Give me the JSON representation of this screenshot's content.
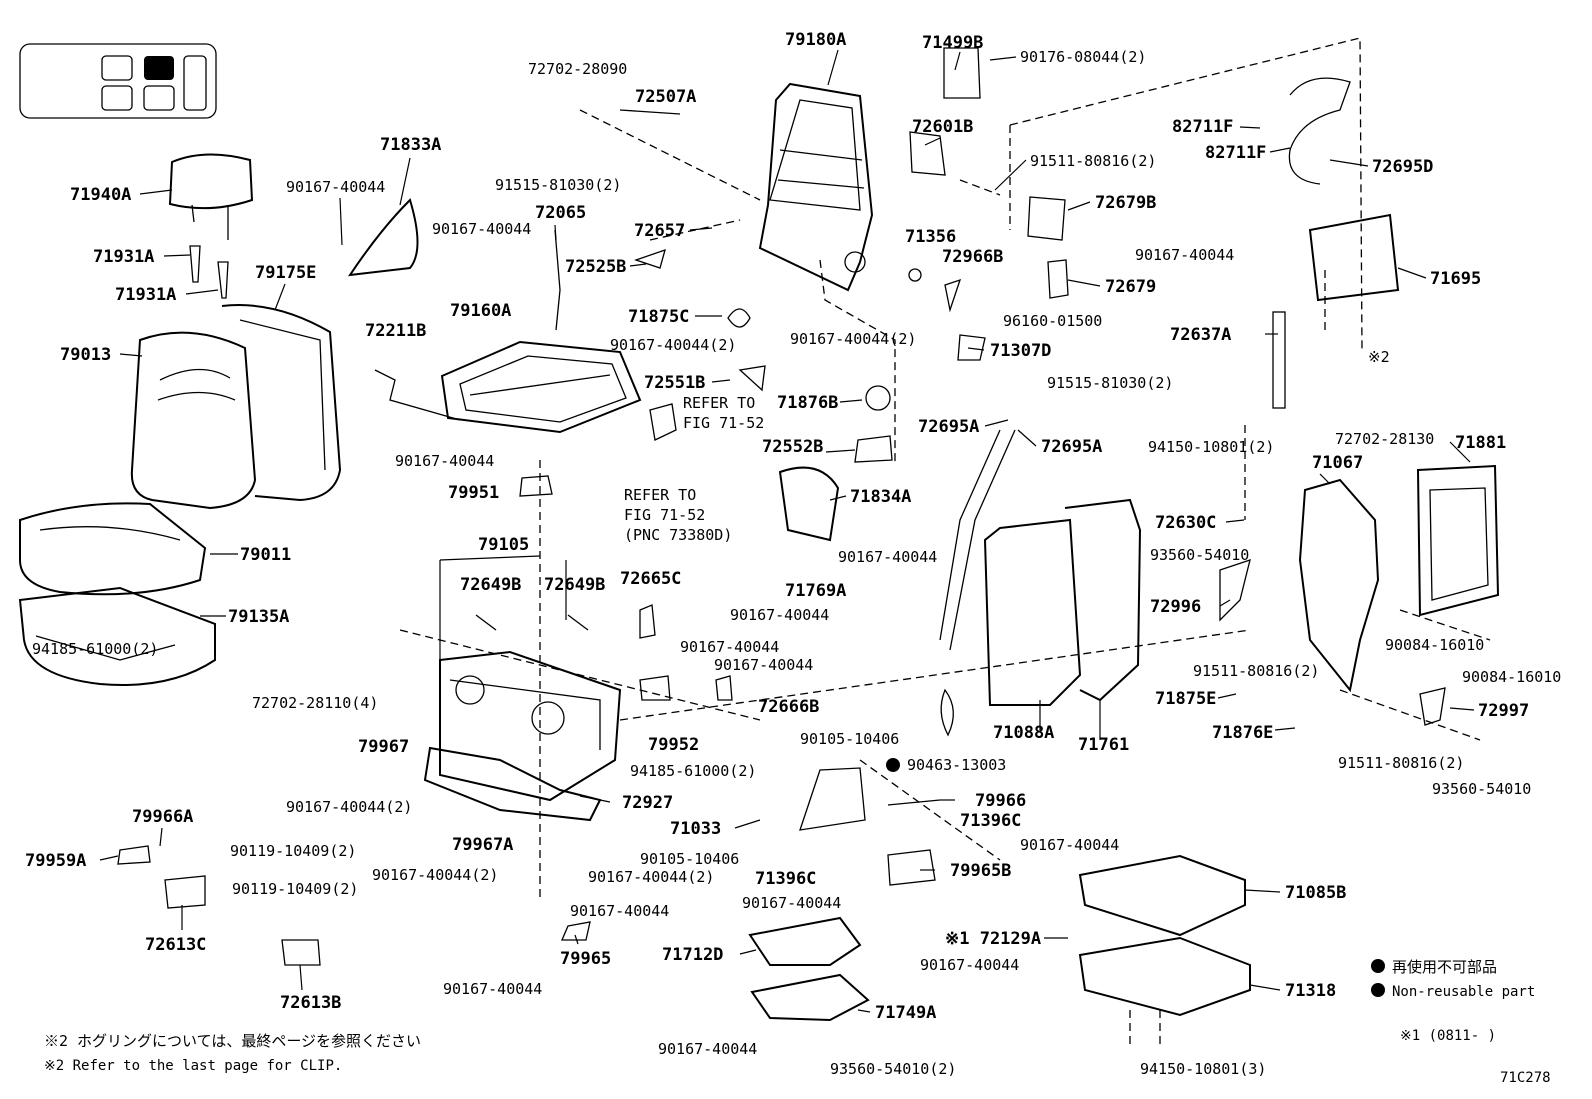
{
  "diagram_id": "71C278",
  "legend": {
    "jp": "再使用不可部品",
    "en": "Non-reusable part",
    "mark1": "※1 (0811-     )"
  },
  "notes": {
    "jp": "※2  ホグリングについては、最終ページを参照ください",
    "en": "※2  Refer to the last page for CLIP."
  },
  "refs": {
    "r1": "REFER TO",
    "r1b": "FIG 71-52",
    "r2": "REFER TO",
    "r2b": "FIG 71-52",
    "r2c": "(PNC 73380D)",
    "clip_mark": "※2"
  },
  "labels": {
    "p79180A": "79180A",
    "p71499B": "71499B",
    "p90176": "90176-08044(2)",
    "p72702_28090": "72702-28090",
    "p72507A": "72507A",
    "p82711F_1": "82711F",
    "p82711F_2": "82711F",
    "p72695D": "72695D",
    "p71833A": "71833A",
    "p72601B": "72601B",
    "p91511_1": "91511-80816(2)",
    "p71940A": "71940A",
    "p90167_a": "90167-40044",
    "p91515_a": "91515-81030(2)",
    "p72679B": "72679B",
    "p72065": "72065",
    "p90167_b": "90167-40044",
    "p72657": "72657",
    "p71356": "71356",
    "p72966B": "72966B",
    "p90167_c": "90167-40044",
    "p71931A_1": "71931A",
    "p79175E": "79175E",
    "p72525B": "72525B",
    "p72679": "72679",
    "p71695": "71695",
    "p71931A_2": "71931A",
    "p79160A": "79160A",
    "p96160": "96160-01500",
    "p72211B": "72211B",
    "p71875C": "71875C",
    "p72637A": "72637A",
    "p79013": "79013",
    "p90167_d": "90167-40044(2)",
    "p90167_e": "90167-40044(2)",
    "p71307D": "71307D",
    "p72551B": "72551B",
    "p91515_b": "91515-81030(2)",
    "p71876B": "71876B",
    "p72695A_1": "72695A",
    "p72695A_2": "72695A",
    "p94150_1": "94150-10801(2)",
    "p72702_28130": "72702-28130",
    "p71881": "71881",
    "p71067": "71067",
    "p72552B": "72552B",
    "p90167_f": "90167-40044",
    "p79951": "79951",
    "p71834A": "71834A",
    "p72630C": "72630C",
    "p93560_1": "93560-54010",
    "p90167_g": "90167-40044",
    "p79011": "79011",
    "p79105": "79105",
    "p72649B_1": "72649B",
    "p72649B_2": "72649B",
    "p72665C": "72665C",
    "p71769A": "71769A",
    "p72996": "72996",
    "p79135A": "79135A",
    "p90167_h": "90167-40044",
    "p90084_1": "90084-16010",
    "p94185_1": "94185-61000(2)",
    "p90167_i": "90167-40044",
    "p90167_j": "90167-40044",
    "p91511_2": "91511-80816(2)",
    "p90084_2": "90084-16010",
    "p72702_28110": "72702-28110(4)",
    "p72666B": "72666B",
    "p71875E": "71875E",
    "p71088A": "71088A",
    "p71761": "71761",
    "p79967": "79967",
    "p79952": "79952",
    "p90105_1": "90105-10406",
    "p72997": "72997",
    "p71876E": "71876E",
    "p94185_2": "94185-61000(2)",
    "p90463": "90463-13003",
    "p91511_3": "91511-80816(2)",
    "p90167_k": "90167-40044(2)",
    "p72927": "72927",
    "p79966": "79966",
    "p93560_2": "93560-54010",
    "p79966A": "79966A",
    "p71033": "71033",
    "p71396C_1": "71396C",
    "p90167_l": "90167-40044",
    "p79967A": "79967A",
    "p79959A": "79959A",
    "p90119_1": "90119-10409(2)",
    "p90105_2": "90105-10406",
    "p90167_m": "90167-40044(2)",
    "p90167_n": "90167-40044(2)",
    "p71396C_2": "71396C",
    "p79965B": "79965B",
    "p90119_2": "90119-10409(2)",
    "p90167_o": "90167-40044",
    "p71085B": "71085B",
    "p90167_p": "90167-40044",
    "p72613C": "72613C",
    "p79965": "79965",
    "p72129A": "※1 72129A",
    "p71712D": "71712D",
    "p90167_q": "90167-40044",
    "p90167_r": "90167-40044",
    "p71318": "71318",
    "p72613B": "72613B",
    "p71749A": "71749A",
    "p90167_s": "90167-40044",
    "p93560_3": "93560-54010(2)",
    "p94150_2": "94150-10801(3)"
  }
}
